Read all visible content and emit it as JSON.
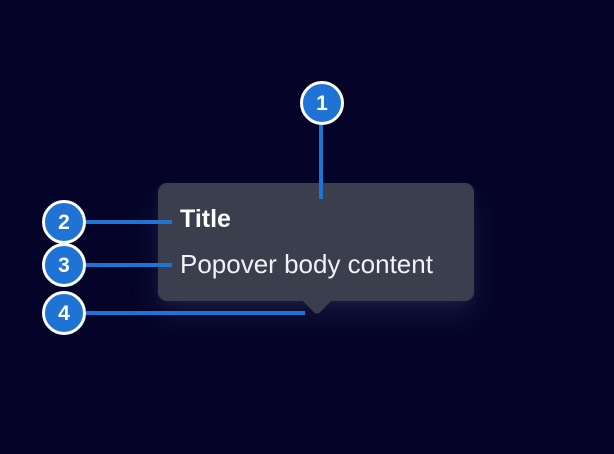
{
  "popover": {
    "title": "Title",
    "body": "Popover body content"
  },
  "markers": [
    {
      "label": "1"
    },
    {
      "label": "2"
    },
    {
      "label": "3"
    },
    {
      "label": "4"
    }
  ],
  "colors": {
    "page_background": "#050428",
    "popover_background": "#3a3e4d",
    "accent_blue": "#1f73d4",
    "marker_ring": "#ffffff",
    "title_text": "#ffffff",
    "body_text": "#f2f2f6"
  }
}
